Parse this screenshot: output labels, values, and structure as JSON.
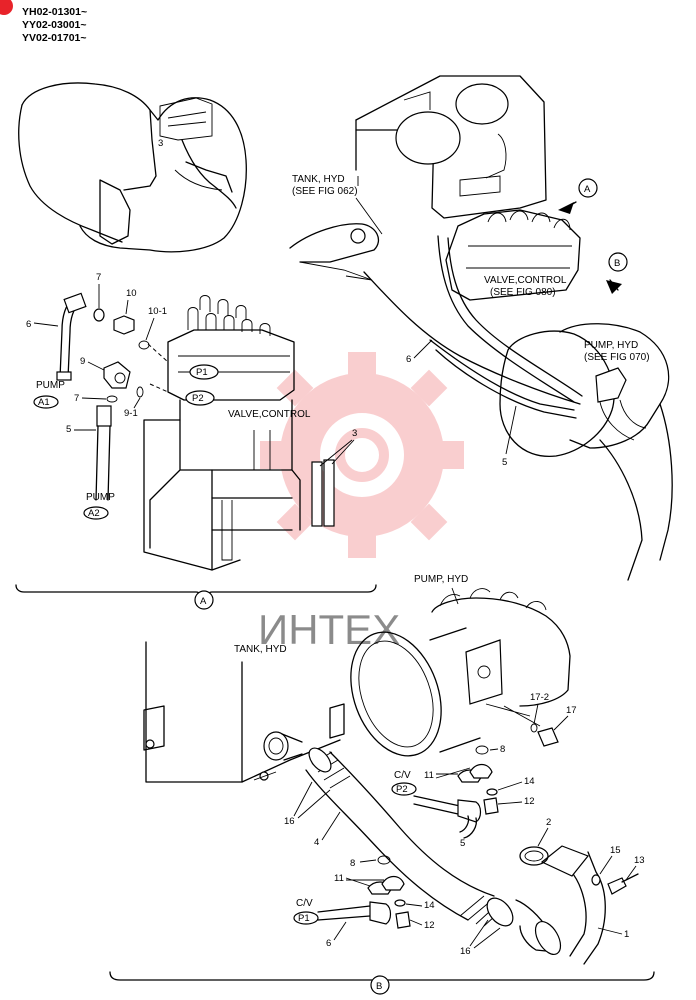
{
  "header": {
    "models": [
      "YH02-01301~",
      "YY02-03001~",
      "YV02-01701~"
    ]
  },
  "watermark": {
    "text": "ИНТЕХ",
    "color": "#e8232a"
  },
  "top_right": {
    "tank_label": "TANK, HYD",
    "tank_ref": "(SEE FIG 062)",
    "valve_label": "VALVE,CONTROL",
    "valve_ref": "(SEE FIG 080)",
    "pump_label": "PUMP, HYD",
    "pump_ref": "(SEE FIG 070)",
    "view_a": "A",
    "view_b": "B",
    "num_6": "6",
    "num_5": "5"
  },
  "detail_a": {
    "title": "A",
    "valve_label": "VALVE,CONTROL",
    "pump_a1": "PUMP",
    "a1": "A1",
    "pump_a2": "PUMP",
    "a2": "A2",
    "p1": "P1",
    "p2": "P2",
    "n6": "6",
    "n7a": "7",
    "n10": "10",
    "n10_1": "10-1",
    "n9": "9",
    "n7b": "7",
    "n9_1": "9-1",
    "n5": "5",
    "n3": "3"
  },
  "detail_b": {
    "title": "B",
    "pump_label": "PUMP, HYD",
    "tank_label": "TANK, HYD",
    "cv1": "C/V",
    "p2": "P2",
    "cv2": "C/V",
    "p1": "P1",
    "n17_2": "17-2",
    "n17": "17",
    "n8a": "8",
    "n11a": "11",
    "n14a": "14",
    "n12a": "12",
    "n2": "2",
    "n16a": "16",
    "n4": "4",
    "n5": "5",
    "n8b": "8",
    "n11b": "11",
    "n14b": "14",
    "n12b": "12",
    "n6": "6",
    "n16b": "16",
    "n15": "15",
    "n13": "13",
    "n1": "1"
  }
}
